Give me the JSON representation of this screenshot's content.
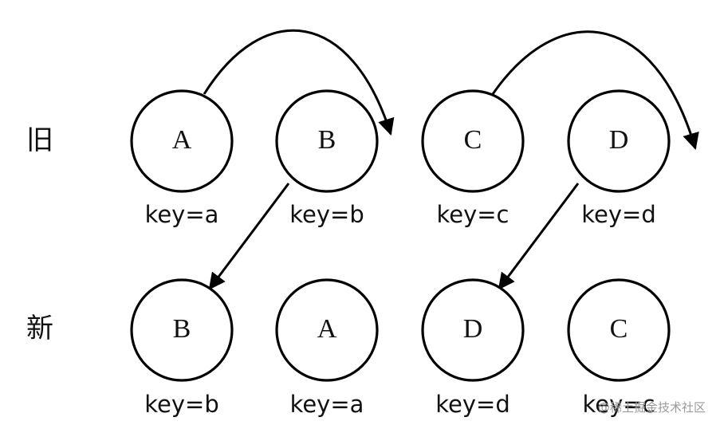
{
  "rows": {
    "old_label": "旧",
    "new_label": "新"
  },
  "old_nodes": [
    {
      "letter": "A",
      "key": "key=a"
    },
    {
      "letter": "B",
      "key": "key=b"
    },
    {
      "letter": "C",
      "key": "key=c"
    },
    {
      "letter": "D",
      "key": "key=d"
    }
  ],
  "new_nodes": [
    {
      "letter": "B",
      "key": "key=b"
    },
    {
      "letter": "A",
      "key": "key=a"
    },
    {
      "letter": "D",
      "key": "key=d"
    },
    {
      "letter": "C",
      "key": "key=c"
    }
  ],
  "watermark": "@稀土掘金技术社区"
}
